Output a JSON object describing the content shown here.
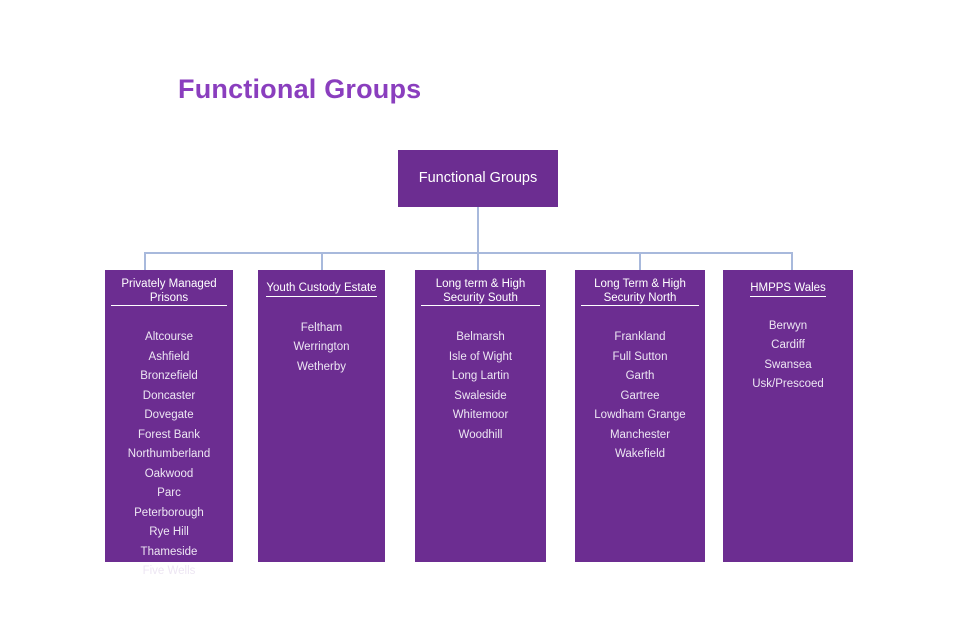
{
  "page": {
    "title": "Functional Groups",
    "background_color": "#ffffff",
    "title_color": "#8A3EBE",
    "node_color": "#6C2D91",
    "connector_color": "#A8B9DC",
    "node_text_color": "#ffffff"
  },
  "chart_data": {
    "type": "diagram",
    "diagram_type": "organizational-tree",
    "title": "Functional Groups",
    "root": "Functional Groups",
    "branch_count": 5,
    "branches": [
      {
        "header": "Privately Managed Prisons",
        "item_count": 12,
        "items": [
          "Altcourse",
          "Ashfield",
          "Bronzefield",
          "Doncaster",
          "Dovegate",
          "Forest Bank",
          "Northumberland",
          "Oakwood",
          "Parc",
          "Peterborough",
          "Rye Hill",
          "Thameside",
          "Five Wells"
        ]
      },
      {
        "header": "Youth Custody Estate",
        "item_count": 3,
        "items": [
          "Feltham",
          "Werrington",
          "Wetherby"
        ]
      },
      {
        "header": "Long term & High Security South",
        "item_count": 6,
        "items": [
          "Belmarsh",
          "Isle of Wight",
          "Long Lartin",
          "Swaleside",
          "Whitemoor",
          "Woodhill"
        ]
      },
      {
        "header": "Long Term & High Security North",
        "item_count": 7,
        "items": [
          "Frankland",
          "Full Sutton",
          "Garth",
          "Gartree",
          "Lowdham Grange",
          "Manchester",
          "Wakefield"
        ]
      },
      {
        "header": "HMPPS Wales",
        "item_count": 4,
        "items": [
          "Berwyn",
          "Cardiff",
          "Swansea",
          "Usk/Prescoed"
        ]
      }
    ]
  }
}
